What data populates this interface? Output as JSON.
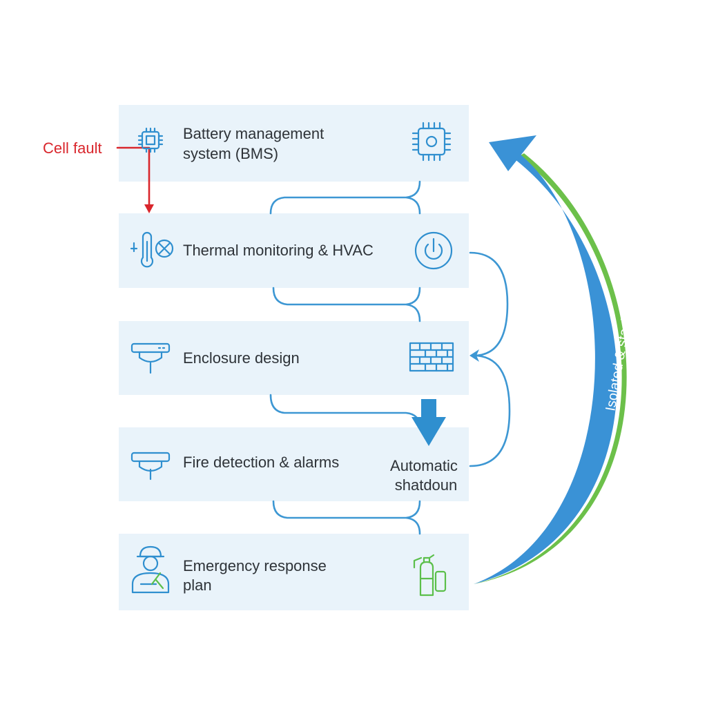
{
  "colors": {
    "box_fill": "#e9f3fa",
    "icon_blue": "#2f8fcf",
    "connector_blue": "#3d97d3",
    "fault_red": "#d9262c",
    "arc_blue": "#3a92d6",
    "arc_green": "#6cc04a",
    "extinguisher_green": "#5bbf4a",
    "text_dark": "#2e3338"
  },
  "fault": {
    "label": "Cell fault"
  },
  "layers": [
    {
      "lines": [
        "Battery management",
        "system (BMS)"
      ],
      "left_icon": "chip-icon",
      "right_icon": "processor-icon"
    },
    {
      "lines": [
        "Thermal monitoring & HVAC"
      ],
      "left_icon": "thermometer-fan-icon",
      "right_icon": "power-button-icon"
    },
    {
      "lines": [
        "Enclosure design"
      ],
      "left_icon": "sensor-unit-icon",
      "right_icon": "brick-wall-icon"
    },
    {
      "lines": [
        "Fire detection & alarms"
      ],
      "left_icon": "smoke-detector-icon",
      "right_icon": ""
    },
    {
      "lines": [
        "Emergency response",
        "plan"
      ],
      "left_icon": "firefighter-icon",
      "right_icon": "fire-extinguisher-icon"
    }
  ],
  "shutdown": {
    "lines": [
      "Automatic",
      "shatdoun"
    ],
    "icon": "down-arrow-icon"
  },
  "loop": {
    "label": "Isolated & staclizzd",
    "icon": "return-arrow-icon"
  }
}
